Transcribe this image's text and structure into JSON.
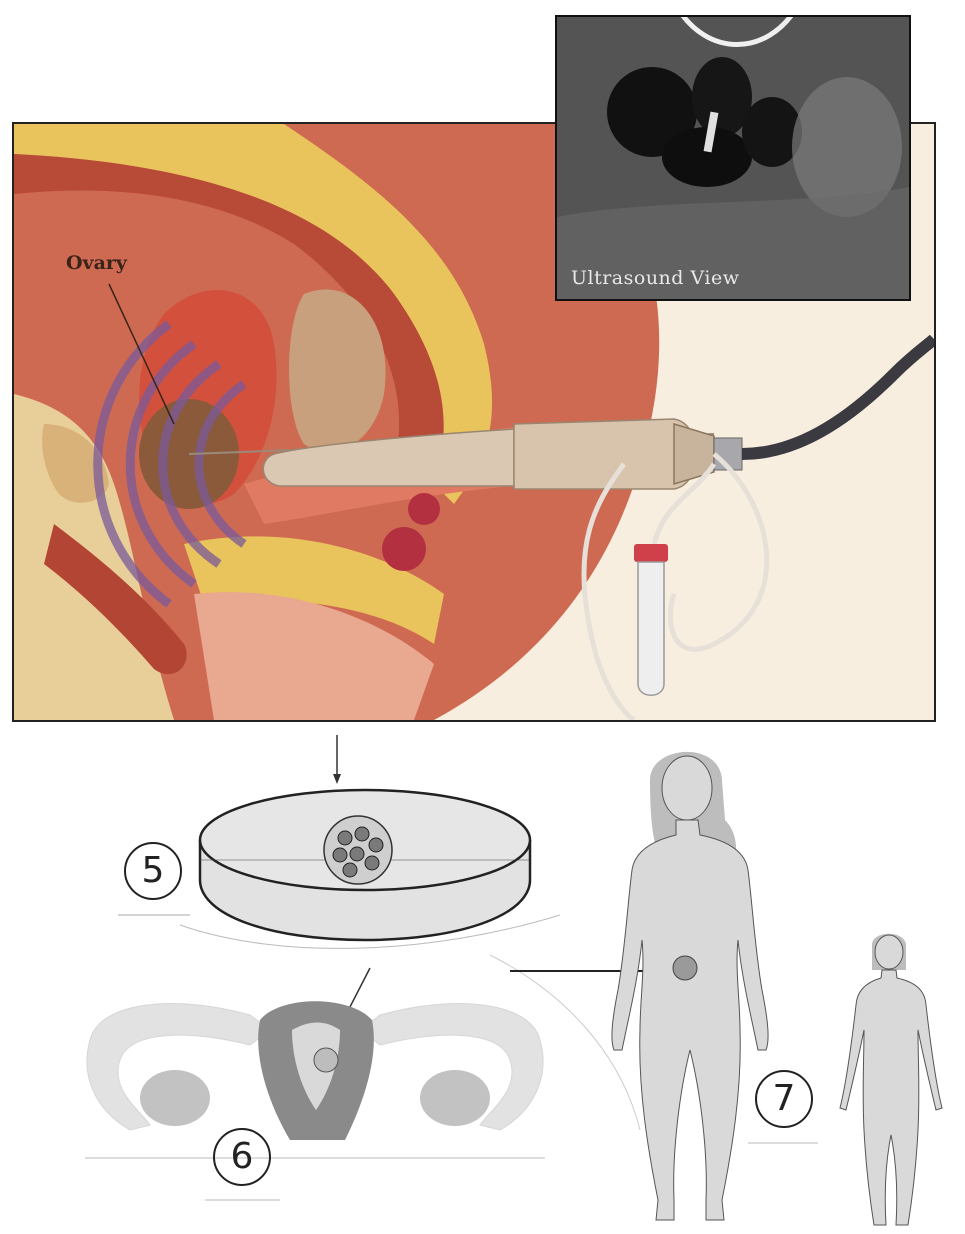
{
  "labels": {
    "ovary": "Ovary",
    "ultrasound_view": "Ultrasound View"
  },
  "steps": {
    "step5": "5",
    "step6": "6",
    "step7": "7"
  },
  "colors": {
    "tissue": "#c9604a",
    "fat": "#e8c560",
    "probe": "#d8c4ae",
    "cable": "#3a3a40",
    "tube_cap": "#d0404a",
    "sound_waves": "#7a5a9a",
    "figure_fill": "#d9d9d9",
    "uterus_fill": "#8a8a8a"
  }
}
